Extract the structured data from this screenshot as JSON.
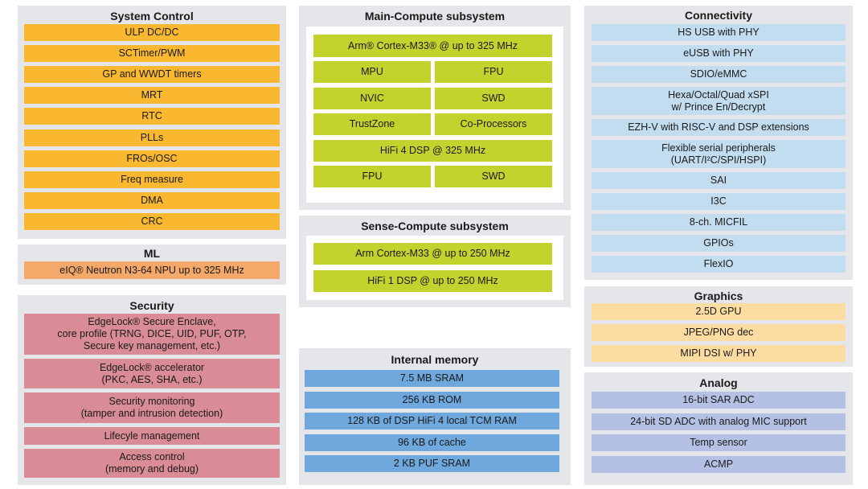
{
  "colors": {
    "panel_bg": "#e4e6e9",
    "orange": "#f9b830",
    "ml_orange": "#f4a86a",
    "green": "#c4d22d",
    "pink": "#d98c95",
    "blue": "#6fa8dc",
    "light_blue": "#c3ddf0",
    "light_orange": "#fcdca0",
    "lavender": "#b4c1e4"
  },
  "system_control": {
    "title": "System Control",
    "items": [
      "ULP DC/DC",
      "SCTimer/PWM",
      "GP and WWDT timers",
      "MRT",
      "RTC",
      "PLLs",
      "FROs/OSC",
      "Freq measure",
      "DMA",
      "CRC"
    ]
  },
  "ml": {
    "title": "ML",
    "item": "eIQ® Neutron N3-64 NPU up to 325 MHz"
  },
  "security": {
    "title": "Security",
    "items": [
      "EdgeLock® Secure Enclave,\ncore profile (TRNG, DICE, UID, PUF, OTP,\nSecure key management, etc.)",
      "EdgeLock® accelerator\n(PKC, AES, SHA, etc.)",
      "Security monitoring\n(tamper and intrusion detection)",
      "Lifecyle management",
      "Access control\n(memory and debug)"
    ]
  },
  "main_compute": {
    "title": "Main-Compute subsystem",
    "cpu": "Arm® Cortex-M33® @ up to 325 MHz",
    "mpu": "MPU",
    "fpu": "FPU",
    "nvic": "NVIC",
    "swd": "SWD",
    "trustzone": "TrustZone",
    "coprocessors": "Co-Processors",
    "dsp": "HiFi 4 DSP @ 325 MHz",
    "dsp_fpu": "FPU",
    "dsp_swd": "SWD"
  },
  "sense_compute": {
    "title": "Sense-Compute subsystem",
    "cpu": "Arm Cortex-M33 @ up to 250 MHz",
    "dsp": "HiFi 1 DSP @ up to 250 MHz"
  },
  "internal_memory": {
    "title": "Internal memory",
    "items": [
      "7.5 MB SRAM",
      "256 KB ROM",
      "128 KB of DSP HiFi 4 local TCM RAM",
      "96 KB of cache",
      "2 KB PUF SRAM"
    ]
  },
  "connectivity": {
    "title": "Connectivity",
    "items": [
      "HS USB with PHY",
      "eUSB with PHY",
      "SDIO/eMMC",
      "Hexa/Octal/Quad xSPI\nw/ Prince En/Decrypt",
      "EZH-V with RISC-V and DSP extensions",
      "Flexible serial peripherals\n(UART/I²C/SPI/HSPI)",
      "SAI",
      "I3C",
      "8-ch. MICFIL",
      "GPIOs",
      "FlexIO"
    ]
  },
  "graphics": {
    "title": "Graphics",
    "items": [
      "2.5D GPU",
      "JPEG/PNG dec",
      "MIPI DSI w/ PHY"
    ]
  },
  "analog": {
    "title": "Analog",
    "items": [
      "16-bit SAR ADC",
      "24-bit SD ADC with analog MIC support",
      "Temp sensor",
      "ACMP"
    ]
  }
}
